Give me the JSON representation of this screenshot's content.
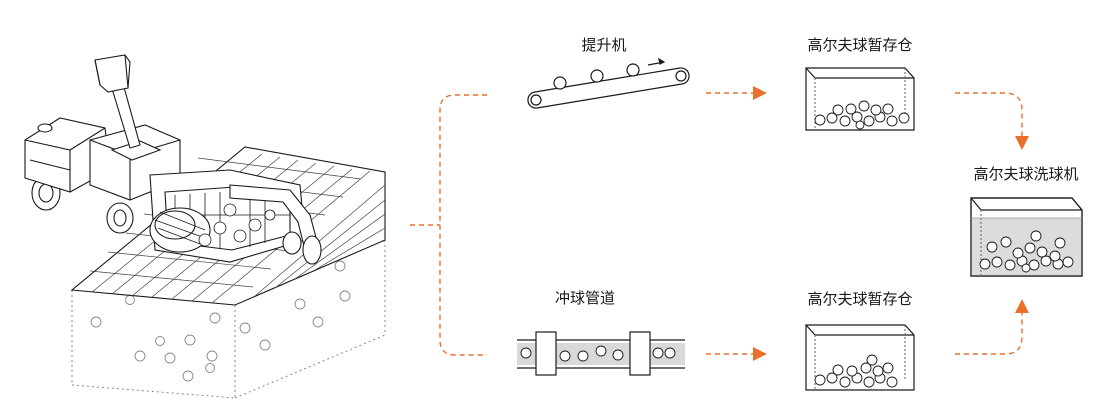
{
  "diagram": {
    "nodes": {
      "elevator": {
        "label": "提升机"
      },
      "storage_top": {
        "label": "高尔夫球暂存仓"
      },
      "washer": {
        "label": "高尔夫球洗球机"
      },
      "flush_pipe": {
        "label": "冲球管道"
      },
      "storage_bottom": {
        "label": "高尔夫球暂存仓"
      }
    },
    "colors": {
      "accent": "#e8702a",
      "line": "#1a1a1a",
      "pipe_fill": "#d9d9d9",
      "water_fill": "#dcdcdc"
    }
  }
}
